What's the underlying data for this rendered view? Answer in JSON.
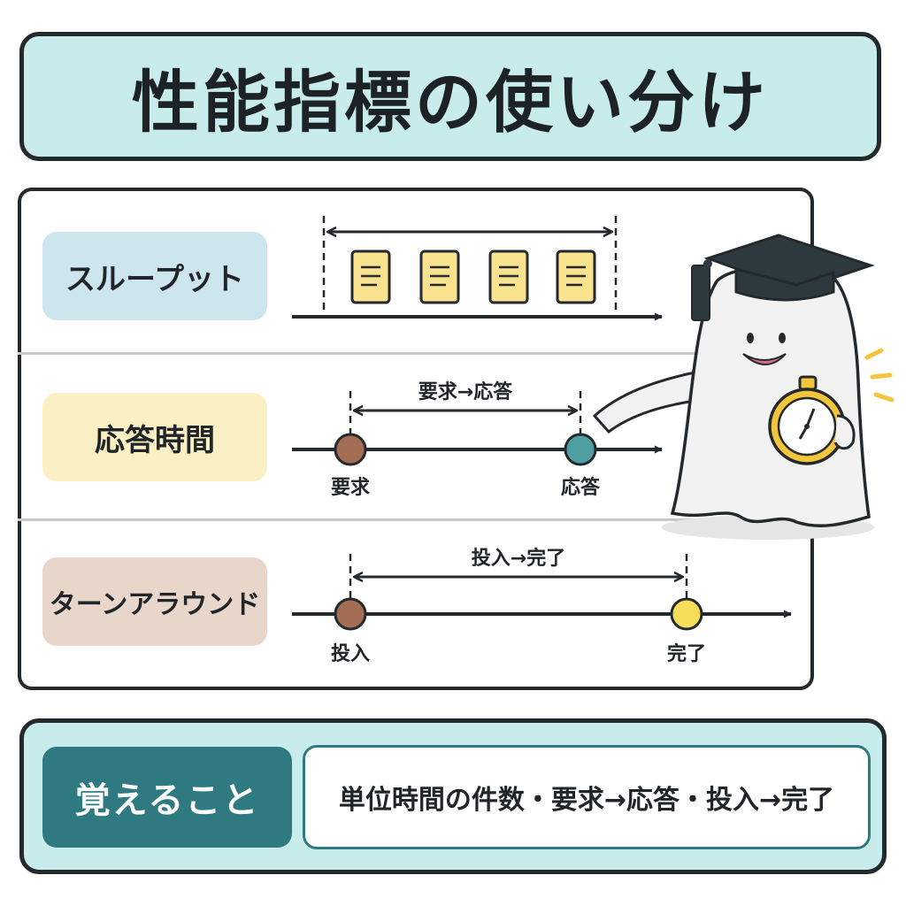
{
  "title": "性能指標の使い分け",
  "rows": [
    {
      "label": "スループット",
      "color": "#cde6ee"
    },
    {
      "label": "応答時間",
      "color": "#fbf0c4",
      "span_label": "要求→応答",
      "start_label": "要求",
      "end_label": "応答",
      "start_color": "#a26d52",
      "end_color": "#4f9ea2"
    },
    {
      "label": "ターンアラウンド",
      "color": "#e8d6ca",
      "span_label": "投入→完了",
      "start_label": "投入",
      "end_label": "完了",
      "start_color": "#a26d52",
      "end_color": "#f7dd58"
    }
  ],
  "memory": {
    "label": "覚えること",
    "text": "単位時間の件数・要求→応答・投入→完了"
  },
  "icons": [
    "document-icon",
    "stopwatch-icon",
    "graduation-cap-icon",
    "ghost-mascot"
  ]
}
